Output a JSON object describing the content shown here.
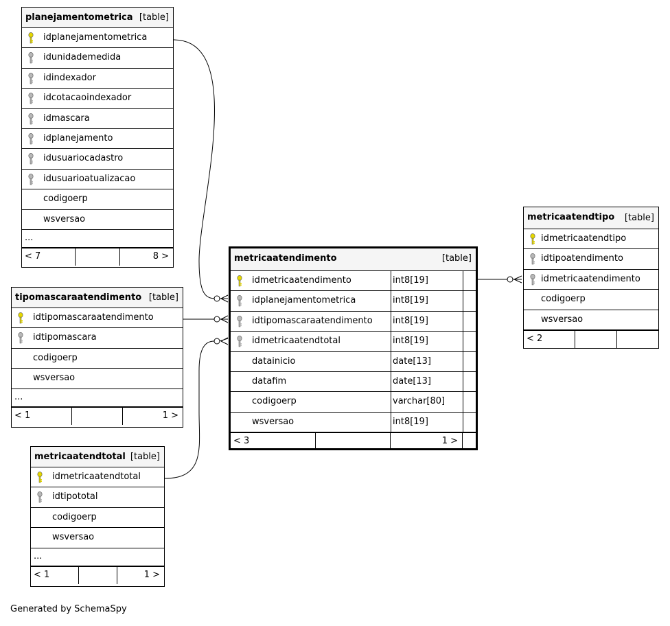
{
  "tables": {
    "planejamentometrica": {
      "name": "planejamentometrica",
      "kind": "[table]",
      "columns": [
        {
          "name": "idplanejamentometrica",
          "key": "primary"
        },
        {
          "name": "idunidademedida",
          "key": "foreign"
        },
        {
          "name": "idindexador",
          "key": "foreign"
        },
        {
          "name": "idcotacaoindexador",
          "key": "foreign"
        },
        {
          "name": "idmascara",
          "key": "foreign"
        },
        {
          "name": "idplanejamento",
          "key": "foreign"
        },
        {
          "name": "idusuariocadastro",
          "key": "foreign"
        },
        {
          "name": "idusuarioatualizacao",
          "key": "foreign"
        },
        {
          "name": "codigoerp",
          "key": "none"
        },
        {
          "name": "wsversao",
          "key": "none"
        }
      ],
      "more": "...",
      "footer_left": "< 7",
      "footer_right": "8 >"
    },
    "tipomascaraatendimento": {
      "name": "tipomascaraatendimento",
      "kind": "[table]",
      "columns": [
        {
          "name": "idtipomascaraatendimento",
          "key": "primary"
        },
        {
          "name": "idtipomascara",
          "key": "foreign"
        },
        {
          "name": "codigoerp",
          "key": "none"
        },
        {
          "name": "wsversao",
          "key": "none"
        }
      ],
      "more": "...",
      "footer_left": "< 1",
      "footer_right": "1 >"
    },
    "metricaatendtotal": {
      "name": "metricaatendtotal",
      "kind": "[table]",
      "columns": [
        {
          "name": "idmetricaatendtotal",
          "key": "primary"
        },
        {
          "name": "idtipototal",
          "key": "foreign"
        },
        {
          "name": "codigoerp",
          "key": "none"
        },
        {
          "name": "wsversao",
          "key": "none"
        }
      ],
      "more": "...",
      "footer_left": "< 1",
      "footer_right": "1 >"
    },
    "metricaatendimento": {
      "name": "metricaatendimento",
      "kind": "[table]",
      "columns": [
        {
          "name": "idmetricaatendimento",
          "type": "int8[19]",
          "key": "primary"
        },
        {
          "name": "idplanejamentometrica",
          "type": "int8[19]",
          "key": "foreign"
        },
        {
          "name": "idtipomascaraatendimento",
          "type": "int8[19]",
          "key": "foreign"
        },
        {
          "name": "idmetricaatendtotal",
          "type": "int8[19]",
          "key": "foreign"
        },
        {
          "name": "datainicio",
          "type": "date[13]",
          "key": "none"
        },
        {
          "name": "datafim",
          "type": "date[13]",
          "key": "none"
        },
        {
          "name": "codigoerp",
          "type": "varchar[80]",
          "key": "none"
        },
        {
          "name": "wsversao",
          "type": "int8[19]",
          "key": "none"
        }
      ],
      "footer_left": "< 3",
      "footer_right": "1 >"
    },
    "metricaatendtipo": {
      "name": "metricaatendtipo",
      "kind": "[table]",
      "columns": [
        {
          "name": "idmetricaatendtipo",
          "key": "primary"
        },
        {
          "name": "idtipoatendimento",
          "key": "foreign"
        },
        {
          "name": "idmetricaatendimento",
          "key": "foreign"
        },
        {
          "name": "codigoerp",
          "key": "none"
        },
        {
          "name": "wsversao",
          "key": "none"
        }
      ],
      "footer_left": "< 2",
      "footer_right": ""
    }
  },
  "colors": {
    "primary_key": "#e6d800",
    "foreign_key": "#b8b8b8",
    "header_bg": "#f5f5f5"
  },
  "credit": "Generated by SchemaSpy"
}
